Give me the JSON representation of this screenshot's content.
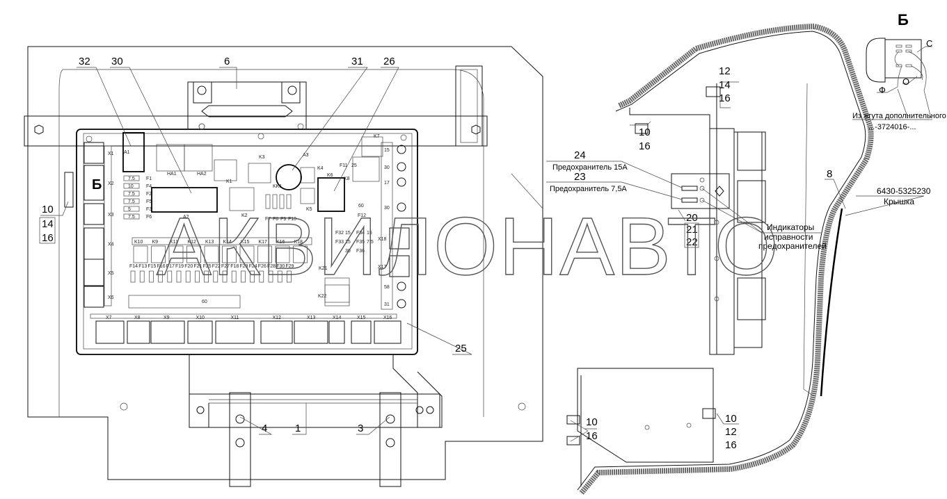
{
  "watermark": "АКВИЛОНАВТО",
  "left_view": {
    "callouts_top": [
      "32",
      "30",
      "6",
      "31",
      "26"
    ],
    "callouts_bottom": [
      "4",
      "1",
      "3",
      "25"
    ],
    "left_fastener": [
      "10",
      "14",
      "16"
    ],
    "view_marker": "Б",
    "board": {
      "connectors_left": [
        "X1",
        "X2",
        "X3",
        "X4",
        "X5",
        "X6"
      ],
      "connectors_bottom": [
        "X7",
        "X8",
        "X9",
        "X10",
        "X11",
        "X12",
        "X13",
        "X14",
        "X15",
        "X16"
      ],
      "connectors_right": [
        "X18",
        "X17"
      ],
      "modules": [
        "A1",
        "A2",
        "A3",
        "HA1",
        "HA2",
        "K1",
        "K2",
        "K3",
        "K4",
        "K5",
        "K6",
        "K7",
        "K8",
        "KK1",
        "K21",
        "K22"
      ],
      "relay_row": [
        "K10",
        "K9",
        "K11",
        "K12",
        "K13",
        "K14",
        "K15",
        "K17",
        "K16",
        "K18"
      ],
      "fuse_row": [
        "F14",
        "F13",
        "F15",
        "F16",
        "F17",
        "F19",
        "F20",
        "F21",
        "F25",
        "F22",
        "F27",
        "F18",
        "F23",
        "F24",
        "F26",
        "F28",
        "F30",
        "F29"
      ],
      "fuses_left": [
        {
          "id": "F1",
          "rating": "7.5"
        },
        {
          "id": "F4",
          "rating": "10"
        },
        {
          "id": "F2",
          "rating": "7.5"
        },
        {
          "id": "F5",
          "rating": "7.5"
        },
        {
          "id": "F3",
          "rating": "5"
        },
        {
          "id": "F6",
          "rating": "7.5"
        }
      ],
      "fuses_mid": [
        "F7",
        "F8",
        "F9",
        "F10"
      ],
      "fuses_right": [
        "F11",
        "F12",
        "F32",
        "F33",
        "F34",
        "F35",
        "F36"
      ],
      "fuse_values": [
        "25",
        "60",
        "15",
        "15",
        "30",
        "15",
        "7.5",
        "60"
      ],
      "terminals": [
        "15",
        "30",
        "17",
        "30",
        "58",
        "31"
      ]
    }
  },
  "right_view": {
    "fastener_top": [
      "12",
      "14",
      "16"
    ],
    "fastener_mid": [
      "10",
      "16"
    ],
    "fastener_bl": [
      "10",
      "16"
    ],
    "fastener_br": [
      "10",
      "12",
      "16"
    ],
    "fuse_15a_num": "24",
    "fuse_15a_label": "Предохранитель 15А",
    "fuse_75a_num": "23",
    "fuse_75a_label": "Предохранитель 7,5А",
    "block_nums": [
      "20",
      "21",
      "22"
    ],
    "indicators": [
      "Индикаторы",
      "исправности",
      "предохранителей"
    ],
    "cover_num": "8",
    "cover_part": "6430-5325230",
    "cover_label": "Крышка"
  },
  "detail_b": {
    "title": "Б",
    "wires": [
      "С",
      "О",
      "Ф"
    ],
    "harness_label": "Из жгута дополнительного",
    "harness_part": "...-3724016-..."
  }
}
